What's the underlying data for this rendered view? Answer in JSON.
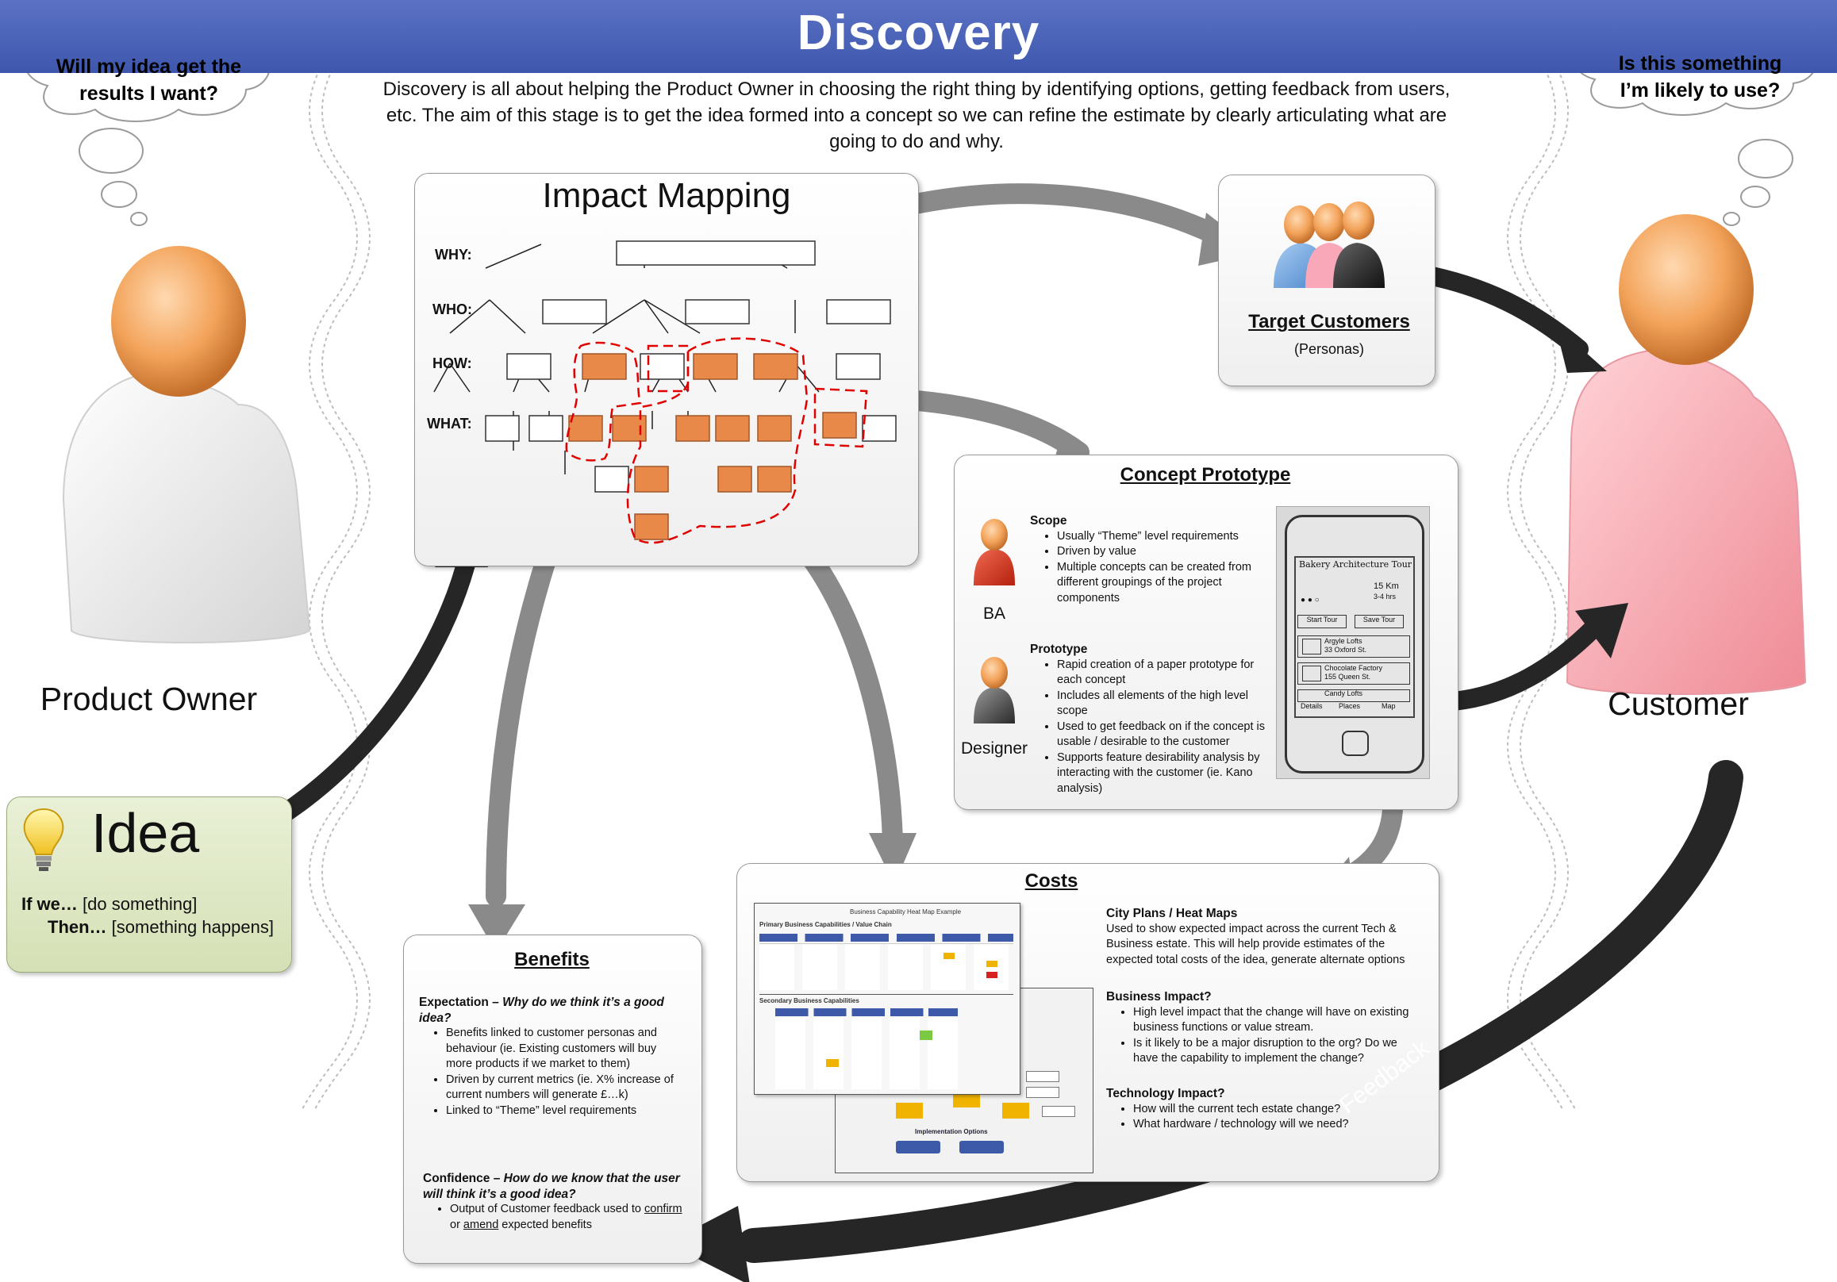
{
  "header": {
    "title": "Discovery",
    "intro": "Discovery is all about helping the Product Owner in choosing the right thing by identifying options, getting feedback from users, etc.  The aim of this stage is to get the idea formed into a concept so we can refine the estimate by clearly articulating what are going to do and why."
  },
  "product_owner": {
    "thought_line1": "Will my idea get the",
    "thought_line2": "results I want?",
    "label": "Product Owner"
  },
  "customer": {
    "thought_line1": "Is this something",
    "thought_line2": "I’m likely to use?",
    "label": "Customer"
  },
  "idea": {
    "title": "Idea",
    "line1_kw": "If we…",
    "line1_text": " [do something]",
    "line2_kw": "Then…",
    "line2_text": " [something happens]"
  },
  "impact_mapping": {
    "title": "Impact Mapping",
    "rows": [
      "WHY:",
      "WHO:",
      "HOW:",
      "WHAT:"
    ]
  },
  "target_customers": {
    "title": "Target Customers",
    "subtitle": "(Personas)"
  },
  "concept_prototype": {
    "title": "Concept Prototype",
    "scope_header": "Scope",
    "scope_items": [
      "Usually “Theme” level requirements",
      "Driven by value",
      "Multiple concepts can be created from different groupings of the project components"
    ],
    "ba_label": "BA",
    "prototype_header": "Prototype",
    "prototype_items": [
      "Rapid creation of a paper prototype for each concept",
      "Includes all elements of the high level scope",
      "Used to get feedback on if the concept is usable / desirable to the customer",
      "Supports feature desirability analysis by interacting with the customer (ie. Kano analysis)"
    ],
    "designer_label": "Designer",
    "sketch": {
      "title": "Bakery Architecture Tour",
      "dist": "15 Km",
      "time": "3-4 hrs",
      "btn1": "Start Tour",
      "btn2": "Save Tour",
      "item1a": "Argyle Lofts",
      "item1b": "33 Oxford St.",
      "item2a": "Chocolate Factory",
      "item2b": "155 Queen St.",
      "item3a": "Candy Lofts",
      "nav1": "Details",
      "nav2": "Places",
      "nav3": "Map"
    }
  },
  "costs": {
    "title": "Costs",
    "city_header": "City Plans / Heat Maps",
    "city_text": "Used to show expected impact across the current Tech & Business estate. This will help provide estimates of the expected total costs of the idea, generate alternate options",
    "business_header": "Business Impact?",
    "business_items": [
      "High level impact that the change will have on existing business functions or value stream.",
      "Is it likely to be a major disruption to the org? Do we have the capability to implement the change?"
    ],
    "tech_header": "Technology Impact?",
    "tech_items": [
      "How will the current tech estate change?",
      "What hardware / technology will we need?"
    ],
    "thumb": {
      "title": "Business Capability Heat Map Example",
      "primary": "Primary Business Capabilities / Value Chain",
      "secondary": "Secondary Business Capabilities",
      "impl": "Implementation Options"
    }
  },
  "benefits": {
    "title": "Benefits",
    "expectation_kw": "Expectation –",
    "expectation_q": " Why do we think it’s a good idea?",
    "expectation_items": [
      "Benefits linked to customer personas and behaviour (ie. Existing customers will buy more products if we market to them)",
      "Driven by current metrics (ie. X% increase of current numbers will generate £…k)",
      "Linked to “Theme” level requirements"
    ],
    "confidence_kw": "Confidence –",
    "confidence_q": " How do we know that the user will think it’s a good idea?",
    "confidence_pre": "Output of Customer feedback used to ",
    "confirm": "confirm",
    "or": " or ",
    "amend": "amend",
    "confidence_post": " expected benefits"
  },
  "feedback_label": "Feedback",
  "colors": {
    "banner": "#4a62b8",
    "orange_box": "#e8894a",
    "arrow_gray": "#8a8a8a",
    "arrow_dark": "#262626",
    "customer_pink": "#f4a5ad",
    "idea_green": "#dfe8c6",
    "dashed_red": "#e00000"
  },
  "icons": [
    "lightbulb-icon",
    "person-icon",
    "group-icon",
    "phone-sketch-icon",
    "thought-cloud-icon"
  ]
}
